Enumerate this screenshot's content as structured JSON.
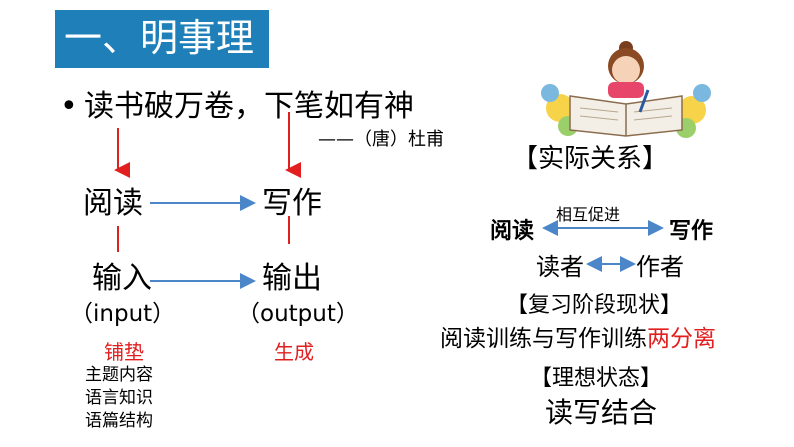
{
  "title": "一、明事理",
  "quote": {
    "bullet": "•",
    "line": "读书破万卷，下笔如有神",
    "attribution": "——（唐）杜甫"
  },
  "diagram": {
    "read": "阅读",
    "write": "写作",
    "input": "输入",
    "output": "输出",
    "input_en": "（input）",
    "output_en": "（output）",
    "paving": "铺垫",
    "generate": "生成",
    "topics": [
      "主题内容",
      "语言知识",
      "语篇结构"
    ]
  },
  "relations": {
    "title": "【实际关系】",
    "read": "阅读",
    "write": "写作",
    "mutual": "相互促进",
    "reader": "读者",
    "author": "作者",
    "review_title": "【复习阶段现状】",
    "review_text_prefix": "阅读训练与写作训练",
    "review_text_suffix": "两分离",
    "ideal_title": "【理想状态】",
    "ideal_text": "读写结合"
  },
  "colors": {
    "title_bg": "#1f7fb8",
    "red": "#e21f1f",
    "arrow_blue": "#4a86c8"
  },
  "icons": {
    "illustration": "girl-reading-book-illustration"
  }
}
